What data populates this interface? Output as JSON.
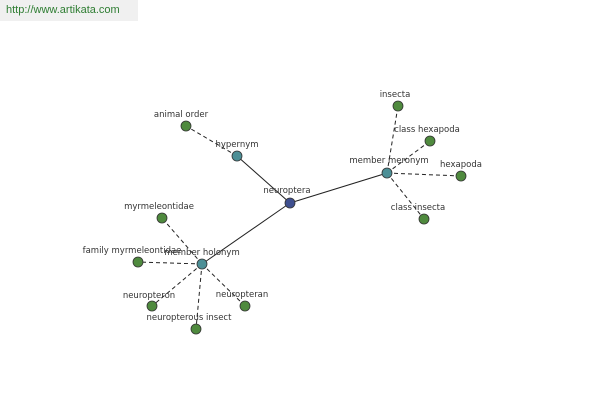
{
  "banner": {
    "url": "http://www.artikata.com"
  },
  "colors": {
    "root": "#3f4f8f",
    "relation": "#4c8f96",
    "leaf": "#4f8a3e",
    "node_stroke": "#333333",
    "edge": "#222222",
    "banner_text": "#2e7d32"
  },
  "graph": {
    "root": {
      "label": "neuroptera",
      "kind": "root"
    },
    "relations": [
      {
        "id": "hypernym",
        "label": "hypernym",
        "kind": "relation",
        "children": [
          {
            "label": "animal order"
          }
        ]
      },
      {
        "id": "member-meronym",
        "label": "member meronym",
        "kind": "relation",
        "children": [
          {
            "label": "insecta"
          },
          {
            "label": "class hexapoda"
          },
          {
            "label": "hexapoda"
          },
          {
            "label": "class insecta"
          }
        ]
      },
      {
        "id": "member-holonym",
        "label": "member holonym",
        "kind": "relation",
        "children": [
          {
            "label": "myrmeleontidae"
          },
          {
            "label": "family myrmeleontidae"
          },
          {
            "label": "neuropteron"
          },
          {
            "label": "neuropterous insect"
          },
          {
            "label": "neuropteran"
          }
        ]
      }
    ]
  }
}
